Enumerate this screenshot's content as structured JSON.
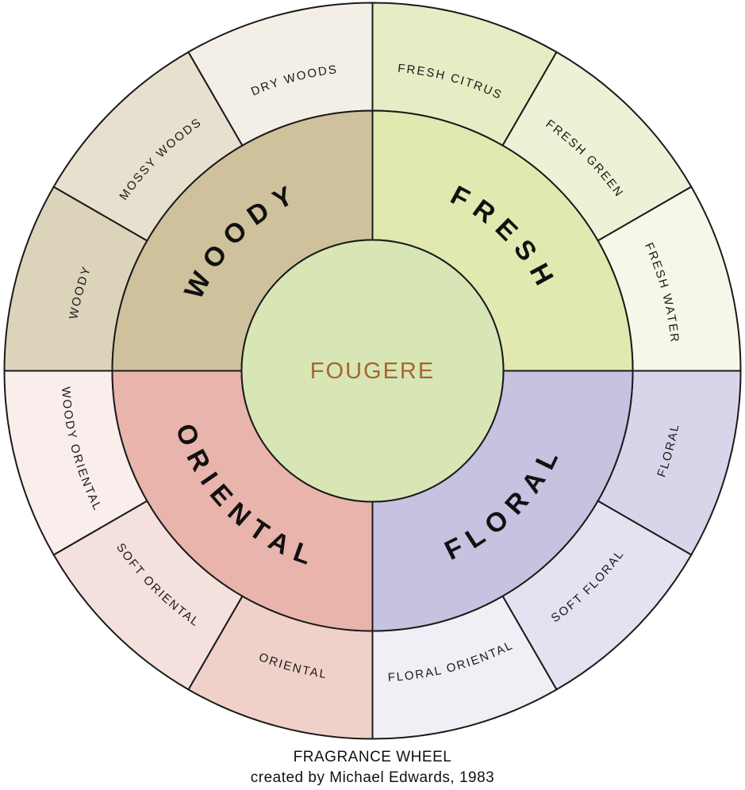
{
  "wheel": {
    "center": {
      "label": "FOUGERE",
      "fill": "#d8e6b6",
      "text_color": "#a6662e"
    },
    "families": [
      {
        "id": "fresh",
        "label": "FRESH",
        "fill": "#e1e9b1",
        "subfamilies": [
          {
            "label": "FRESH CITRUS",
            "fill": "#e6edc4"
          },
          {
            "label": "FRESH GREEN",
            "fill": "#edf2d6"
          },
          {
            "label": "FRESH  WATER",
            "fill": "#f5f8e8"
          }
        ]
      },
      {
        "id": "floral",
        "label": "FLORAL",
        "fill": "#c7c2e0",
        "subfamilies": [
          {
            "label": "FLORAL",
            "fill": "#d8d5ea"
          },
          {
            "label": "SOFT FLORAL",
            "fill": "#e4e1f0"
          },
          {
            "label": "FLORAL  ORIENTAL",
            "fill": "#f0eff6"
          }
        ]
      },
      {
        "id": "oriental",
        "label": "ORIENTAL",
        "fill": "#e8b4ac",
        "subfamilies": [
          {
            "label": "ORIENTAL",
            "fill": "#f0d1c9"
          },
          {
            "label": "SOFT ORIENTAL",
            "fill": "#f4e0dc"
          },
          {
            "label": "WOODY ORIENTAL",
            "fill": "#f9eeec"
          }
        ]
      },
      {
        "id": "woody",
        "label": "WOODY",
        "fill": "#cfc19b",
        "subfamilies": [
          {
            "label": "WOODY",
            "fill": "#dcd3bb"
          },
          {
            "label": "MOSSY WOODS",
            "fill": "#e7e0cf"
          },
          {
            "label": "DRY WOODS",
            "fill": "#f3efe6"
          }
        ]
      }
    ]
  },
  "caption": {
    "title": "FRAGRANCE WHEEL",
    "subtitle": "created by Michael Edwards, 1983"
  }
}
